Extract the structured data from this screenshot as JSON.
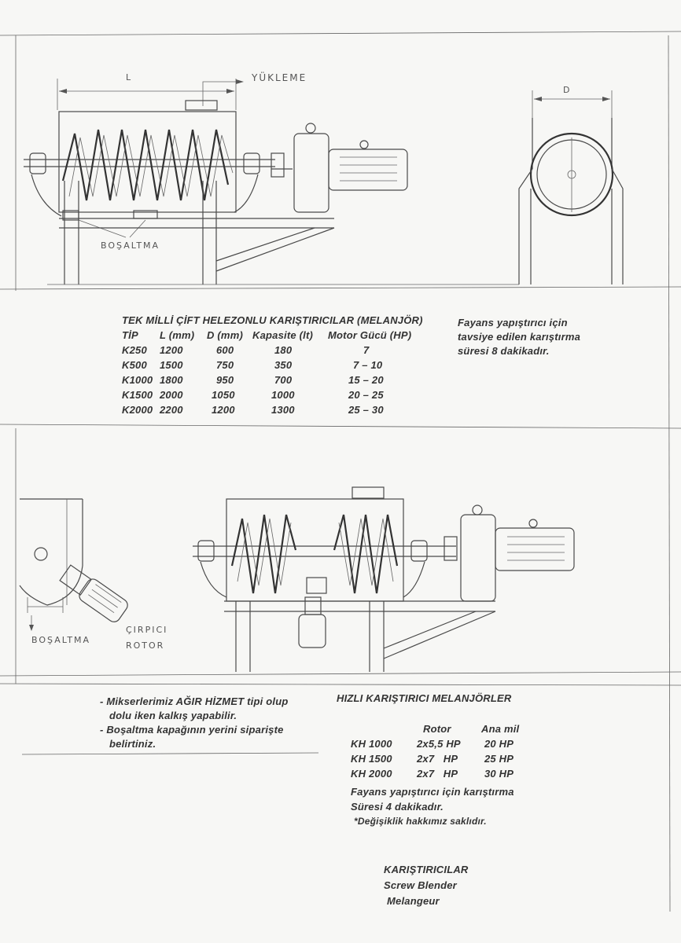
{
  "drawing_top": {
    "loading_label": "YÜKLEME",
    "dim_L": "L",
    "dim_D": "D",
    "discharge_label": "BOŞALTMA"
  },
  "table1": {
    "title": "TEK MİLLİ ÇİFT HELEZONLU KARIŞTIRICILAR (MELANJÖR)",
    "headers": [
      "TİP",
      "L (mm)",
      "D (mm)",
      "Kapasite (lt)",
      "Motor Gücü (HP)"
    ],
    "rows": [
      [
        "K250",
        "1200",
        "600",
        "180",
        "7"
      ],
      [
        "K500",
        "1500",
        "750",
        "350",
        "7 – 10"
      ],
      [
        "K1000",
        "1800",
        "950",
        "700",
        "15 – 20"
      ],
      [
        "K1500",
        "2000",
        "1050",
        "1000",
        "20 – 25"
      ],
      [
        "K2000",
        "2200",
        "1200",
        "1300",
        "25 – 30"
      ]
    ],
    "note": [
      "Fayans yapıştırıcı için",
      "tavsiye edilen karıştırma",
      "süresi  8 dakikadır."
    ]
  },
  "drawing_bottom": {
    "discharge_label": "BOŞALTMA",
    "beater_label_1": "ÇIRPICI",
    "beater_label_2": "ROTOR"
  },
  "notes_left": [
    "- Mikserlerimiz AĞIR HİZMET tipi olup",
    "dolu iken kalkış yapabilir.",
    "- Boşaltma kapağının yerini siparişte",
    "belirtiniz."
  ],
  "table2": {
    "title": "HIZLI KARIŞTIRICI MELANJÖRLER",
    "headers": [
      "",
      "Rotor",
      "Ana mil"
    ],
    "rows": [
      [
        "KH 1000",
        "2x5,5 HP",
        "20 HP"
      ],
      [
        "KH 1500",
        "2x7   HP",
        "25 HP"
      ],
      [
        "KH 2000",
        "2x7   HP",
        "30 HP"
      ]
    ],
    "note": [
      "Fayans yapıştırıcı için karıştırma",
      "Süresi 4 dakikadır."
    ],
    "rights": "*Değişiklik hakkımız saklıdır."
  },
  "footer": {
    "line1": "KARIŞTIRICILAR",
    "line2": "Screw Blender",
    "line3": "Melangeur"
  }
}
